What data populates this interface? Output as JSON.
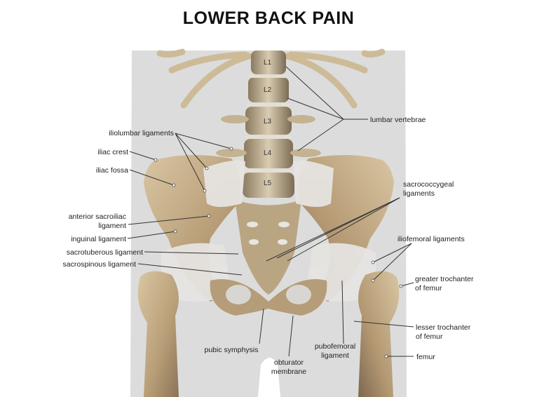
{
  "title": "LOWER BACK PAIN",
  "vertebrae": [
    "L1",
    "L2",
    "L3",
    "L4",
    "L5"
  ],
  "labels": {
    "lumbar_vertebrae": "lumbar vertebrae",
    "iliolumbar_ligaments": "iliolumbar ligaments",
    "iliac_crest": "iliac crest",
    "iliac_fossa": "iliac fossa",
    "anterior_sacroiliac_1": "anterior sacroiliac",
    "anterior_sacroiliac_2": "ligament",
    "inguinal_ligament": "inguinal ligament",
    "sacrotuberous_ligament": "sacrotuberous ligament",
    "sacrospinous_ligament": "sacrospinous ligament",
    "sacrococcygeal_1": "sacrococcygeal",
    "sacrococcygeal_2": "ligaments",
    "iliofemoral_ligaments": "iliofemoral ligaments",
    "greater_trochanter_1": "greater trochanter",
    "greater_trochanter_2": "of femur",
    "lesser_trochanter_1": "lesser trochanter",
    "lesser_trochanter_2": "of femur",
    "femur": "femur",
    "pubic_symphysis": "pubic symphysis",
    "obturator_1": "obturator",
    "obturator_2": "membrane",
    "pubofemoral_1": "pubofemoral",
    "pubofemoral_2": "ligament"
  },
  "colors": {
    "bone": "#c9b28d",
    "bone_dark": "#8e7758",
    "ligament": "#e4e2e0",
    "body": "#dcdcdc"
  }
}
